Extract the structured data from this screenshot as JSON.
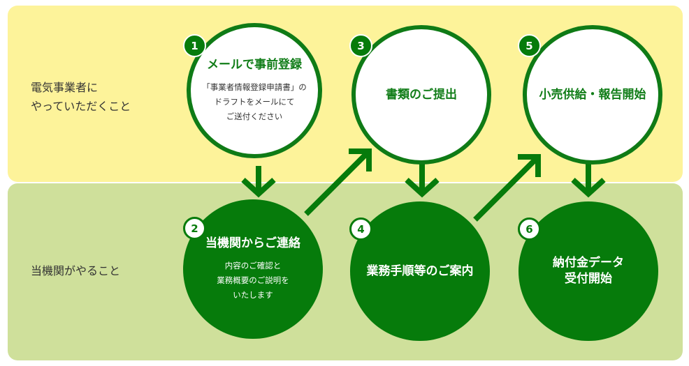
{
  "rows": {
    "top_label": "電気事業者に\nやっていただくこと",
    "bottom_label": "当機関がやること"
  },
  "steps": [
    {
      "number": "1",
      "title": "メールで事前登録",
      "subtitle": "「事業者情報登録申請書」の\nドラフトをメールにて\nご送付ください"
    },
    {
      "number": "2",
      "title": "当機関からご連絡",
      "subtitle": "内容のご確認と\n業務概要のご説明を\nいたします"
    },
    {
      "number": "3",
      "title": "書類のご提出",
      "subtitle": ""
    },
    {
      "number": "4",
      "title": "業務手順等のご案内",
      "subtitle": ""
    },
    {
      "number": "5",
      "title": "小売供給・報告開始",
      "subtitle": ""
    },
    {
      "number": "6",
      "title": "納付金データ\n受付開始",
      "subtitle": ""
    }
  ],
  "colors": {
    "dark_green": "#067b0b",
    "top_band": "#fdf39a",
    "bottom_band": "#cfe09b"
  }
}
